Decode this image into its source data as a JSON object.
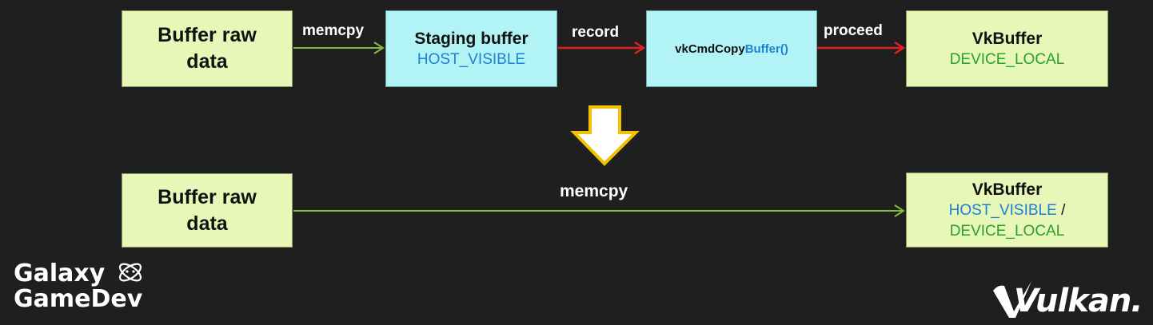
{
  "top_row": {
    "source_box": {
      "line1": "Buffer raw",
      "line2": "data"
    },
    "arrow1_label": "memcpy",
    "staging_box": {
      "title": "Staging buffer",
      "subtitle": "HOST_VISIBLE"
    },
    "arrow2_label": "record",
    "copy_box": {
      "text_prefix": "vkCmdCopy",
      "text_highlight": "Buffer()"
    },
    "arrow3_label": "proceed",
    "target_box": {
      "title": "VkBuffer",
      "subtitle": "DEVICE_LOCAL"
    }
  },
  "bottom_row": {
    "source_box": {
      "line1": "Buffer raw",
      "line2": "data"
    },
    "arrow_label": "memcpy",
    "target_box": {
      "title": "VkBuffer",
      "subtitle_part1": "HOST_VISIBLE",
      "separator": " /",
      "subtitle_part2": "DEVICE_LOCAL"
    }
  },
  "logos": {
    "galaxy_line1": "Galaxy",
    "galaxy_line2": "GameDev",
    "vulkan": "Vulkan."
  },
  "colors": {
    "background": "#1f1f1f",
    "green_box": "#e6f7b8",
    "cyan_box": "#b2f4f6",
    "green_arrow": "#7fbf3f",
    "red_arrow": "#e02020",
    "down_arrow_fill": "#ffffff",
    "down_arrow_stroke": "#f2c200",
    "blue_text": "#1e7fd6",
    "green_text": "#2ba12b"
  },
  "icons": [
    "atom-icon",
    "down-arrow-icon",
    "vulkan-swoosh-icon"
  ]
}
